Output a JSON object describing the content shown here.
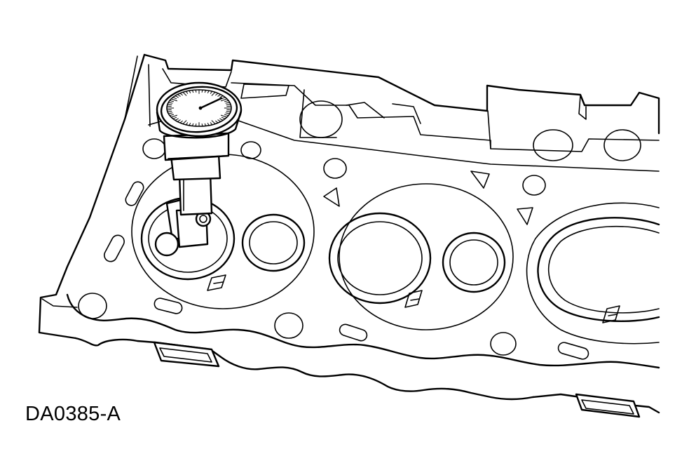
{
  "figure": {
    "code": "DA0385-A"
  },
  "icons": {
    "cylinder_head": "cylinder-head-gasket-face",
    "dial_indicator": "dial-indicator-gauge"
  },
  "colors": {
    "line": "#000000",
    "background": "#ffffff"
  }
}
